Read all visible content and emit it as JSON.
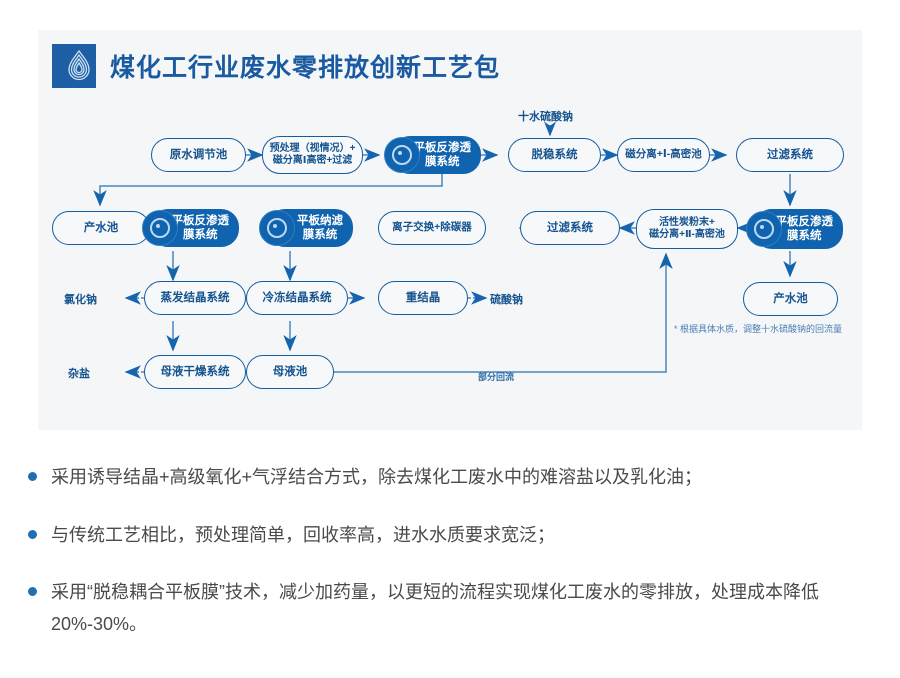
{
  "header": {
    "title": "煤化工行业废水零排放创新工艺包",
    "logo_icon": "water-drop-rings-logo",
    "accent_color": "#1a5aa0"
  },
  "diagram": {
    "nodes": [
      {
        "id": "n1",
        "label": "原水调节池",
        "style": "outline"
      },
      {
        "id": "n2",
        "label": "预处理（视情况）+\n磁分离Ⅰ高密+过滤",
        "line1": "预处理（视情况）+",
        "line2": "磁分离Ⅰ高密+过滤",
        "style": "outline"
      },
      {
        "id": "n3",
        "label": "平板反渗透\n膜系统",
        "line1": "平板反渗透",
        "line2": "膜系统",
        "style": "filled",
        "icon": "membrane-icon"
      },
      {
        "id": "n4",
        "label": "脱稳系统",
        "style": "outline"
      },
      {
        "id": "n5",
        "label": "磁分离+Ⅰ-高密池",
        "style": "outline"
      },
      {
        "id": "n6",
        "label": "过滤系统",
        "style": "outline"
      },
      {
        "id": "n7",
        "label": "产水池",
        "style": "outline"
      },
      {
        "id": "n8",
        "label": "平板反渗透\n膜系统",
        "line1": "平板反渗透",
        "line2": "膜系统",
        "style": "filled",
        "icon": "membrane-icon"
      },
      {
        "id": "n9",
        "label": "平板纳滤\n膜系统",
        "line1": "平板纳滤",
        "line2": "膜系统",
        "style": "filled",
        "icon": "membrane-icon"
      },
      {
        "id": "n10",
        "label": "离子交换+除碳器",
        "style": "outline"
      },
      {
        "id": "n11",
        "label": "过滤系统",
        "style": "outline"
      },
      {
        "id": "n12",
        "label": "活性炭粉末+\n磁分离+Ⅱ-高密池",
        "line1": "活性炭粉末+",
        "line2": "磁分离+Ⅱ-高密池",
        "style": "outline"
      },
      {
        "id": "n13",
        "label": "平板反渗透\n膜系统",
        "line1": "平板反渗透",
        "line2": "膜系统",
        "style": "filled",
        "icon": "membrane-icon"
      },
      {
        "id": "n14",
        "label": "产水池",
        "style": "outline"
      },
      {
        "id": "n15",
        "label": "蒸发结晶系统",
        "style": "outline"
      },
      {
        "id": "n16",
        "label": "冷冻结晶系统",
        "style": "outline"
      },
      {
        "id": "n17",
        "label": "重结晶",
        "style": "outline"
      },
      {
        "id": "n18",
        "label": "母液干燥系统",
        "style": "outline"
      },
      {
        "id": "n19",
        "label": "母液池",
        "style": "outline"
      }
    ],
    "labels": {
      "input_chemical": "十水硫酸钠",
      "product_nacl": "氯化钠",
      "product_na2so4": "硫酸钠",
      "product_mixed_salt": "杂盐",
      "partial_reflux": "部分回流",
      "footnote": "* 根据具体水质，调整十水硫酸钠的回流量"
    }
  },
  "bullets": [
    "采用诱导结晶+高级氧化+气浮结合方式，除去煤化工废水中的难溶盐以及乳化油；",
    "与传统工艺相比，预处理简单，回收率高，进水水质要求宽泛；",
    "采用“脱稳耦合平板膜”技术，减少加药量，以更短的流程实现煤化工废水的零排放，处理成本降低20%-30%。"
  ]
}
